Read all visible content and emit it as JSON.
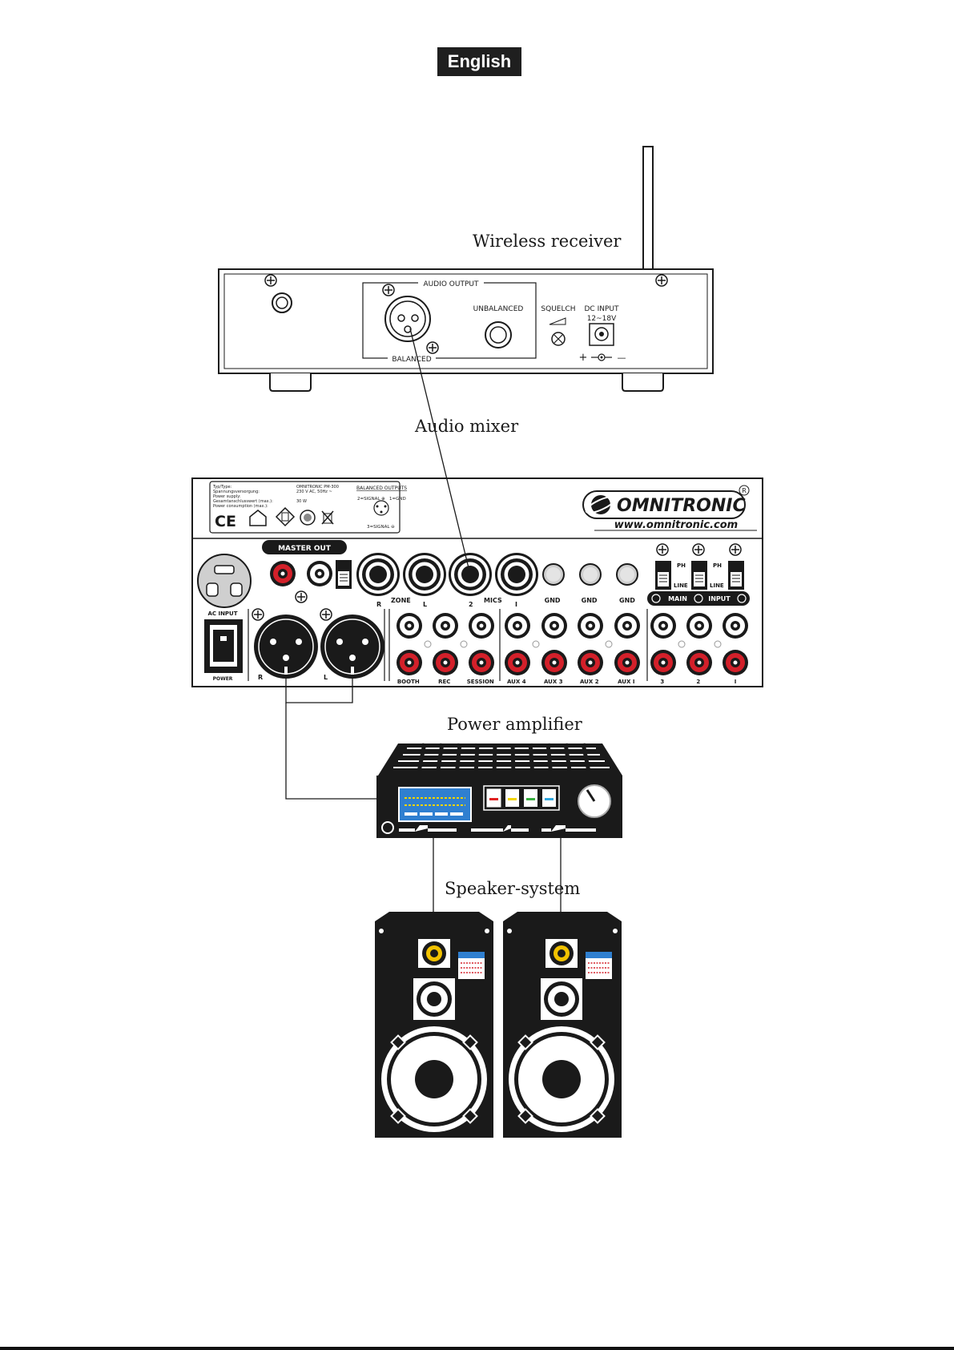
{
  "language_badge": "English",
  "devices": {
    "receiver": {
      "title": "Wireless receiver",
      "audio_output": "AUDIO OUTPUT",
      "balanced": "BALANCED",
      "unbalanced": "UNBALANCED",
      "squelch": "SQUELCH",
      "dc_input": "DC INPUT",
      "voltage": "12~18V",
      "plus": "+",
      "minus": "—"
    },
    "mixer": {
      "title": "Audio mixer",
      "brand": "OMNITRONIC",
      "registered": "R",
      "website": "www.omnitronic.com",
      "label_lines": [
        "Typ/Type:",
        "Spannungsversorgung:",
        "Power supply:",
        "Gesamtanschlusswert (max.):",
        "Power consumption (max.):"
      ],
      "label_values": [
        "OMNITRONIC PM-300",
        "230 V AC, 50Hz ~",
        "30 W"
      ],
      "balanced_outputs": "BALANCED OUTPUTS",
      "pin_signal_pos": "2=SIGNAL ⊕",
      "pin_gnd": "1=GND",
      "pin_signal_neg": "3=SIGNAL ⊖",
      "ce_mark": "CE",
      "master_out": "MASTER OUT",
      "ac_input": "AC INPUT",
      "power": "POWER",
      "xlr_right": "R",
      "xlr_left": "L",
      "jack_labels": [
        "R",
        "ZONE",
        "L",
        "2",
        "MICS",
        "I"
      ],
      "gnd_labels": [
        "GND",
        "GND",
        "GND"
      ],
      "ph": "PH",
      "line": "LINE",
      "main_input": "MAIN",
      "input": "INPUT",
      "rca_labels": [
        "BOOTH",
        "REC",
        "SESSION",
        "AUX 4",
        "AUX 3",
        "AUX 2",
        "AUX I",
        "3",
        "2",
        "I"
      ]
    },
    "amplifier": {
      "title": "Power amplifier"
    },
    "speakers": {
      "title": "Speaker-system"
    }
  },
  "colors": {
    "ink": "#1a1a1a",
    "rca_red": "#d3202a",
    "display_blue": "#2f7fd0",
    "led_red": "#e02020",
    "led_yellow": "#f2d500",
    "led_green": "#38b040",
    "led_cyan": "#30a8e0"
  }
}
